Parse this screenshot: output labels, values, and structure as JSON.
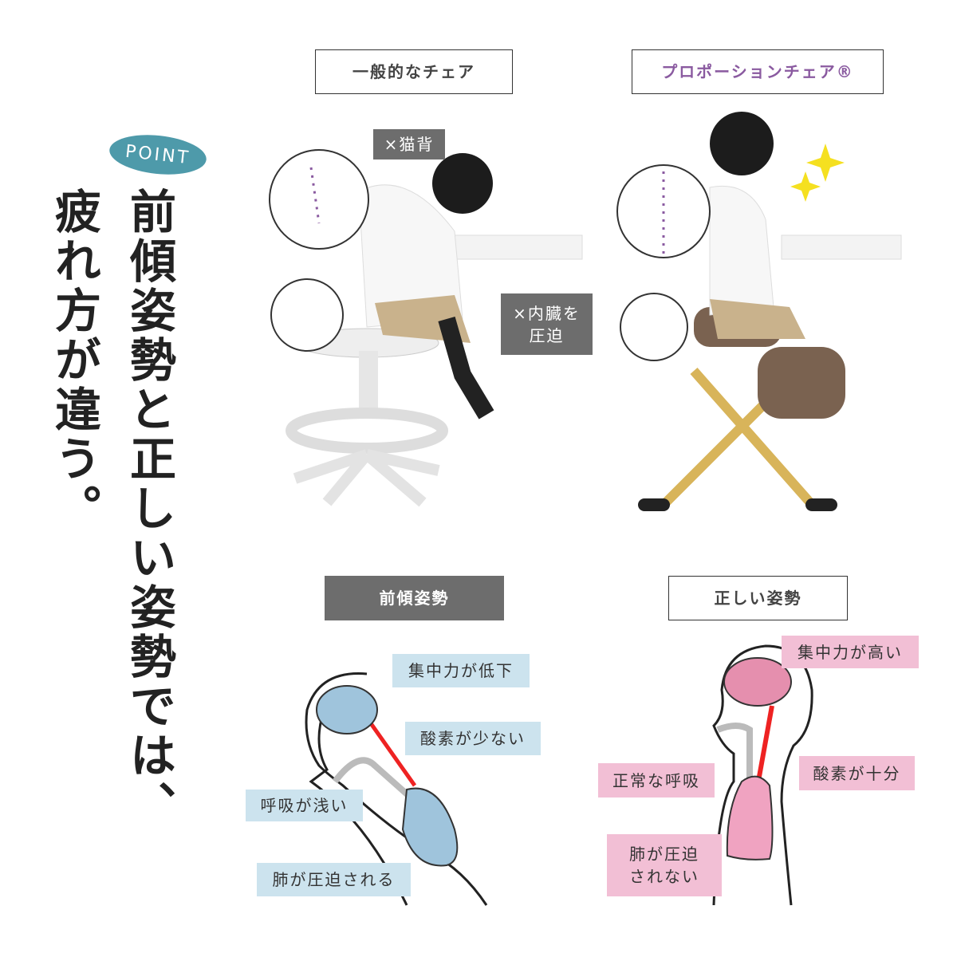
{
  "point_badge": "POINT",
  "headline": {
    "line1": "前傾姿勢と正しい姿勢では、",
    "line2": "疲れ方が違う。"
  },
  "chairs": {
    "normal": "一般的なチェア",
    "proportion": "プロポーションチェア®"
  },
  "callouts": {
    "hunchback": "×猫背",
    "organs": "×内臓を\n圧迫"
  },
  "postures": {
    "forward": {
      "title": "前傾姿勢",
      "labels": [
        "集中力が低下",
        "酸素が少ない",
        "呼吸が浅い",
        "肺が圧迫される"
      ]
    },
    "correct": {
      "title": "正しい姿勢",
      "labels": [
        "集中力が高い",
        "酸素が十分",
        "正常な呼吸",
        "肺が圧迫\nされない"
      ]
    }
  },
  "colors": {
    "badge": "#4e9aaa",
    "purple": "#8a5aa0",
    "blue_label": "#cce3ee",
    "pink_label": "#f2bfd5",
    "gray_box": "#6d6d6d"
  }
}
